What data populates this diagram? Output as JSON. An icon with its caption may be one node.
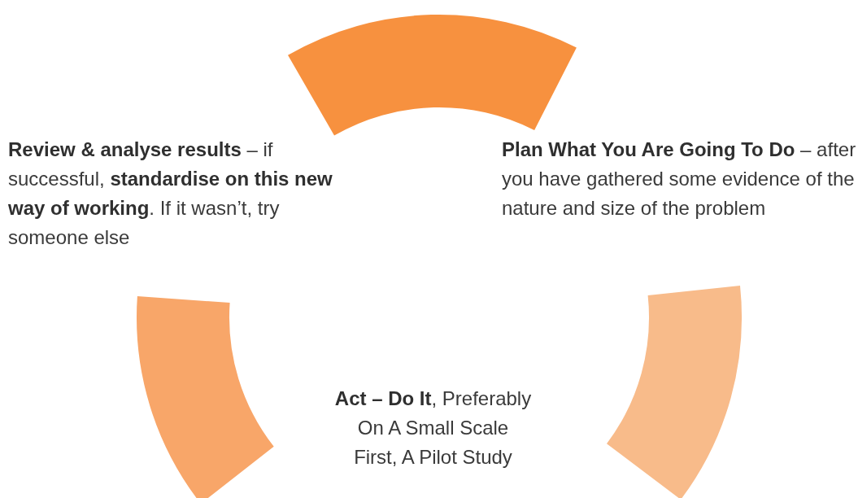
{
  "diagram": {
    "labels": [
      "**Review & analyse results** – if successful, **standardise on this new way of working**. If it wasn’t, try someone else",
      "**Plan What You Are Going To Do** – after you have gathered some evidence of the nature and size of the problem",
      "**Act – Do It**, Preferably On A Small Scale First, A Pilot Study"
    ]
  }
}
